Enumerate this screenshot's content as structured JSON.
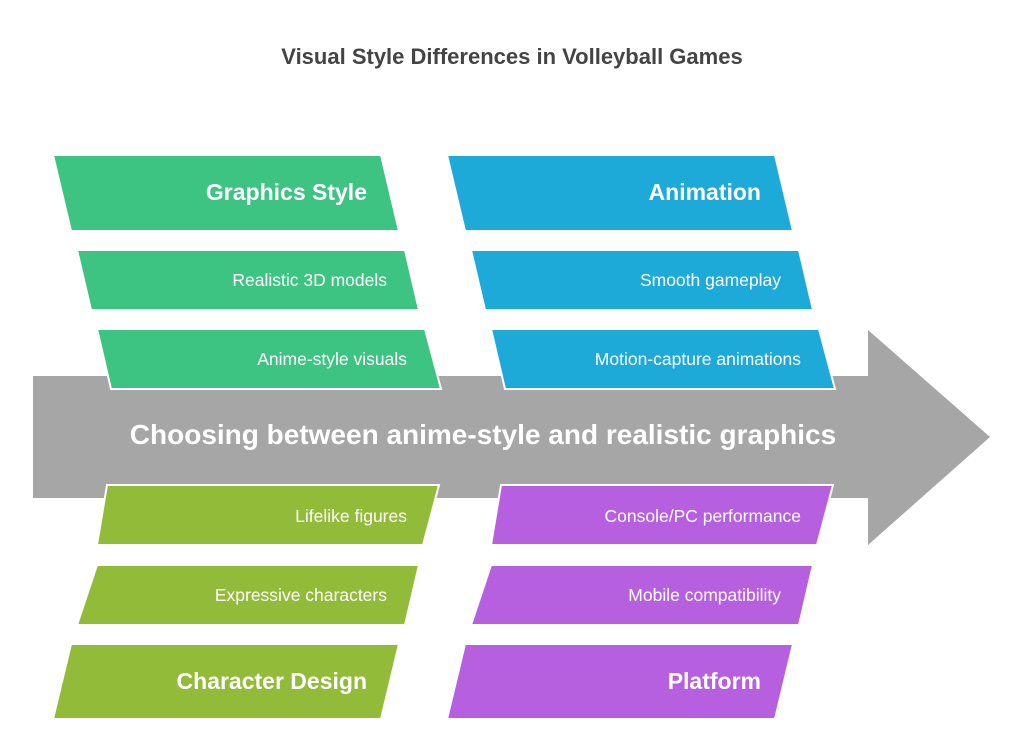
{
  "title": "Visual Style Differences in Volleyball Games",
  "center": {
    "label": "Choosing between anime-style and realistic graphics",
    "color": "#a6a6a6"
  },
  "colors": {
    "graphics": "#3ec482",
    "animation": "#1eaad9",
    "character": "#93bb3a",
    "platform": "#b660e0",
    "title": "#444444"
  },
  "categories": {
    "graphics": {
      "label": "Graphics Style",
      "items": [
        "Realistic 3D models",
        "Anime-style visuals"
      ]
    },
    "animation": {
      "label": "Animation",
      "items": [
        "Smooth gameplay",
        "Motion-capture animations"
      ]
    },
    "character": {
      "label": "Character Design",
      "items": [
        "Lifelike figures",
        "Expressive characters"
      ]
    },
    "platform": {
      "label": "Platform",
      "items": [
        "Console/PC performance",
        "Mobile compatibility"
      ]
    }
  }
}
